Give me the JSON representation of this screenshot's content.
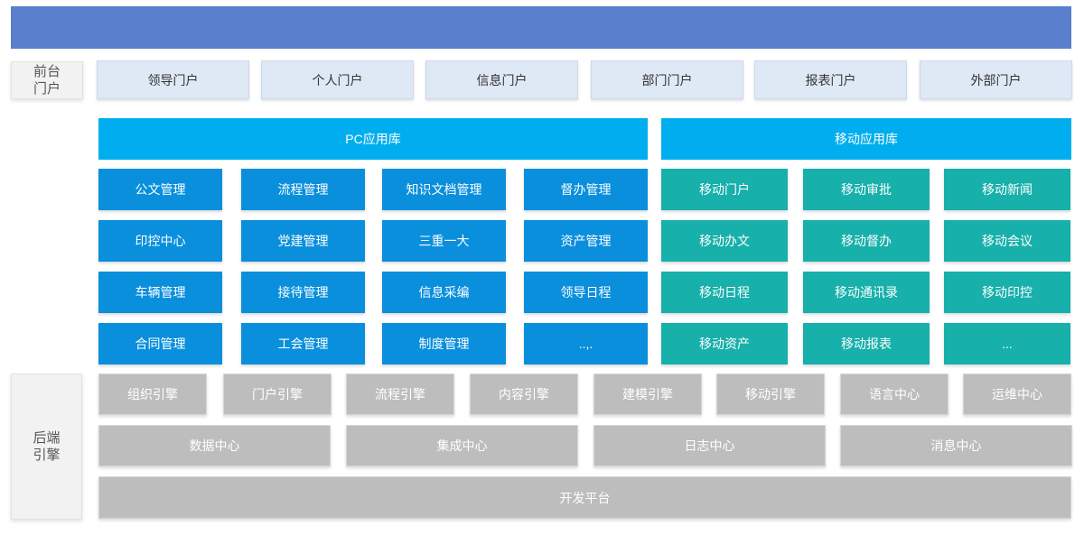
{
  "frontend": {
    "label": "前台\n门户",
    "portals": [
      "领导门户",
      "个人门户",
      "信息门户",
      "部门门户",
      "报表门户",
      "外部门户"
    ]
  },
  "pc_library": {
    "title": "PC应用库",
    "rows": [
      [
        "公文管理",
        "流程管理",
        "知识文档管理",
        "督办管理"
      ],
      [
        "印控中心",
        "党建管理",
        "三重一大",
        "资产管理"
      ],
      [
        "车辆管理",
        "接待管理",
        "信息采编",
        "领导日程"
      ],
      [
        "合同管理",
        "工会管理",
        "制度管理",
        "..,."
      ]
    ]
  },
  "mobile_library": {
    "title": "移动应用库",
    "rows": [
      [
        "移动门户",
        "移动审批",
        "移动新闻"
      ],
      [
        "移动办文",
        "移动督办",
        "移动会议"
      ],
      [
        "移动日程",
        "移动通讯录",
        "移动印控"
      ],
      [
        "移动资产",
        "移动报表",
        "..."
      ]
    ]
  },
  "backend": {
    "label": "后端\n引擎",
    "engines": [
      "组织引擎",
      "门户引擎",
      "流程引擎",
      "内容引擎",
      "建模引擎",
      "移动引擎",
      "语言中心",
      "运维中心"
    ],
    "centers": [
      "数据中心",
      "集成中心",
      "日志中心",
      "消息中心"
    ],
    "platform": "开发平台"
  }
}
